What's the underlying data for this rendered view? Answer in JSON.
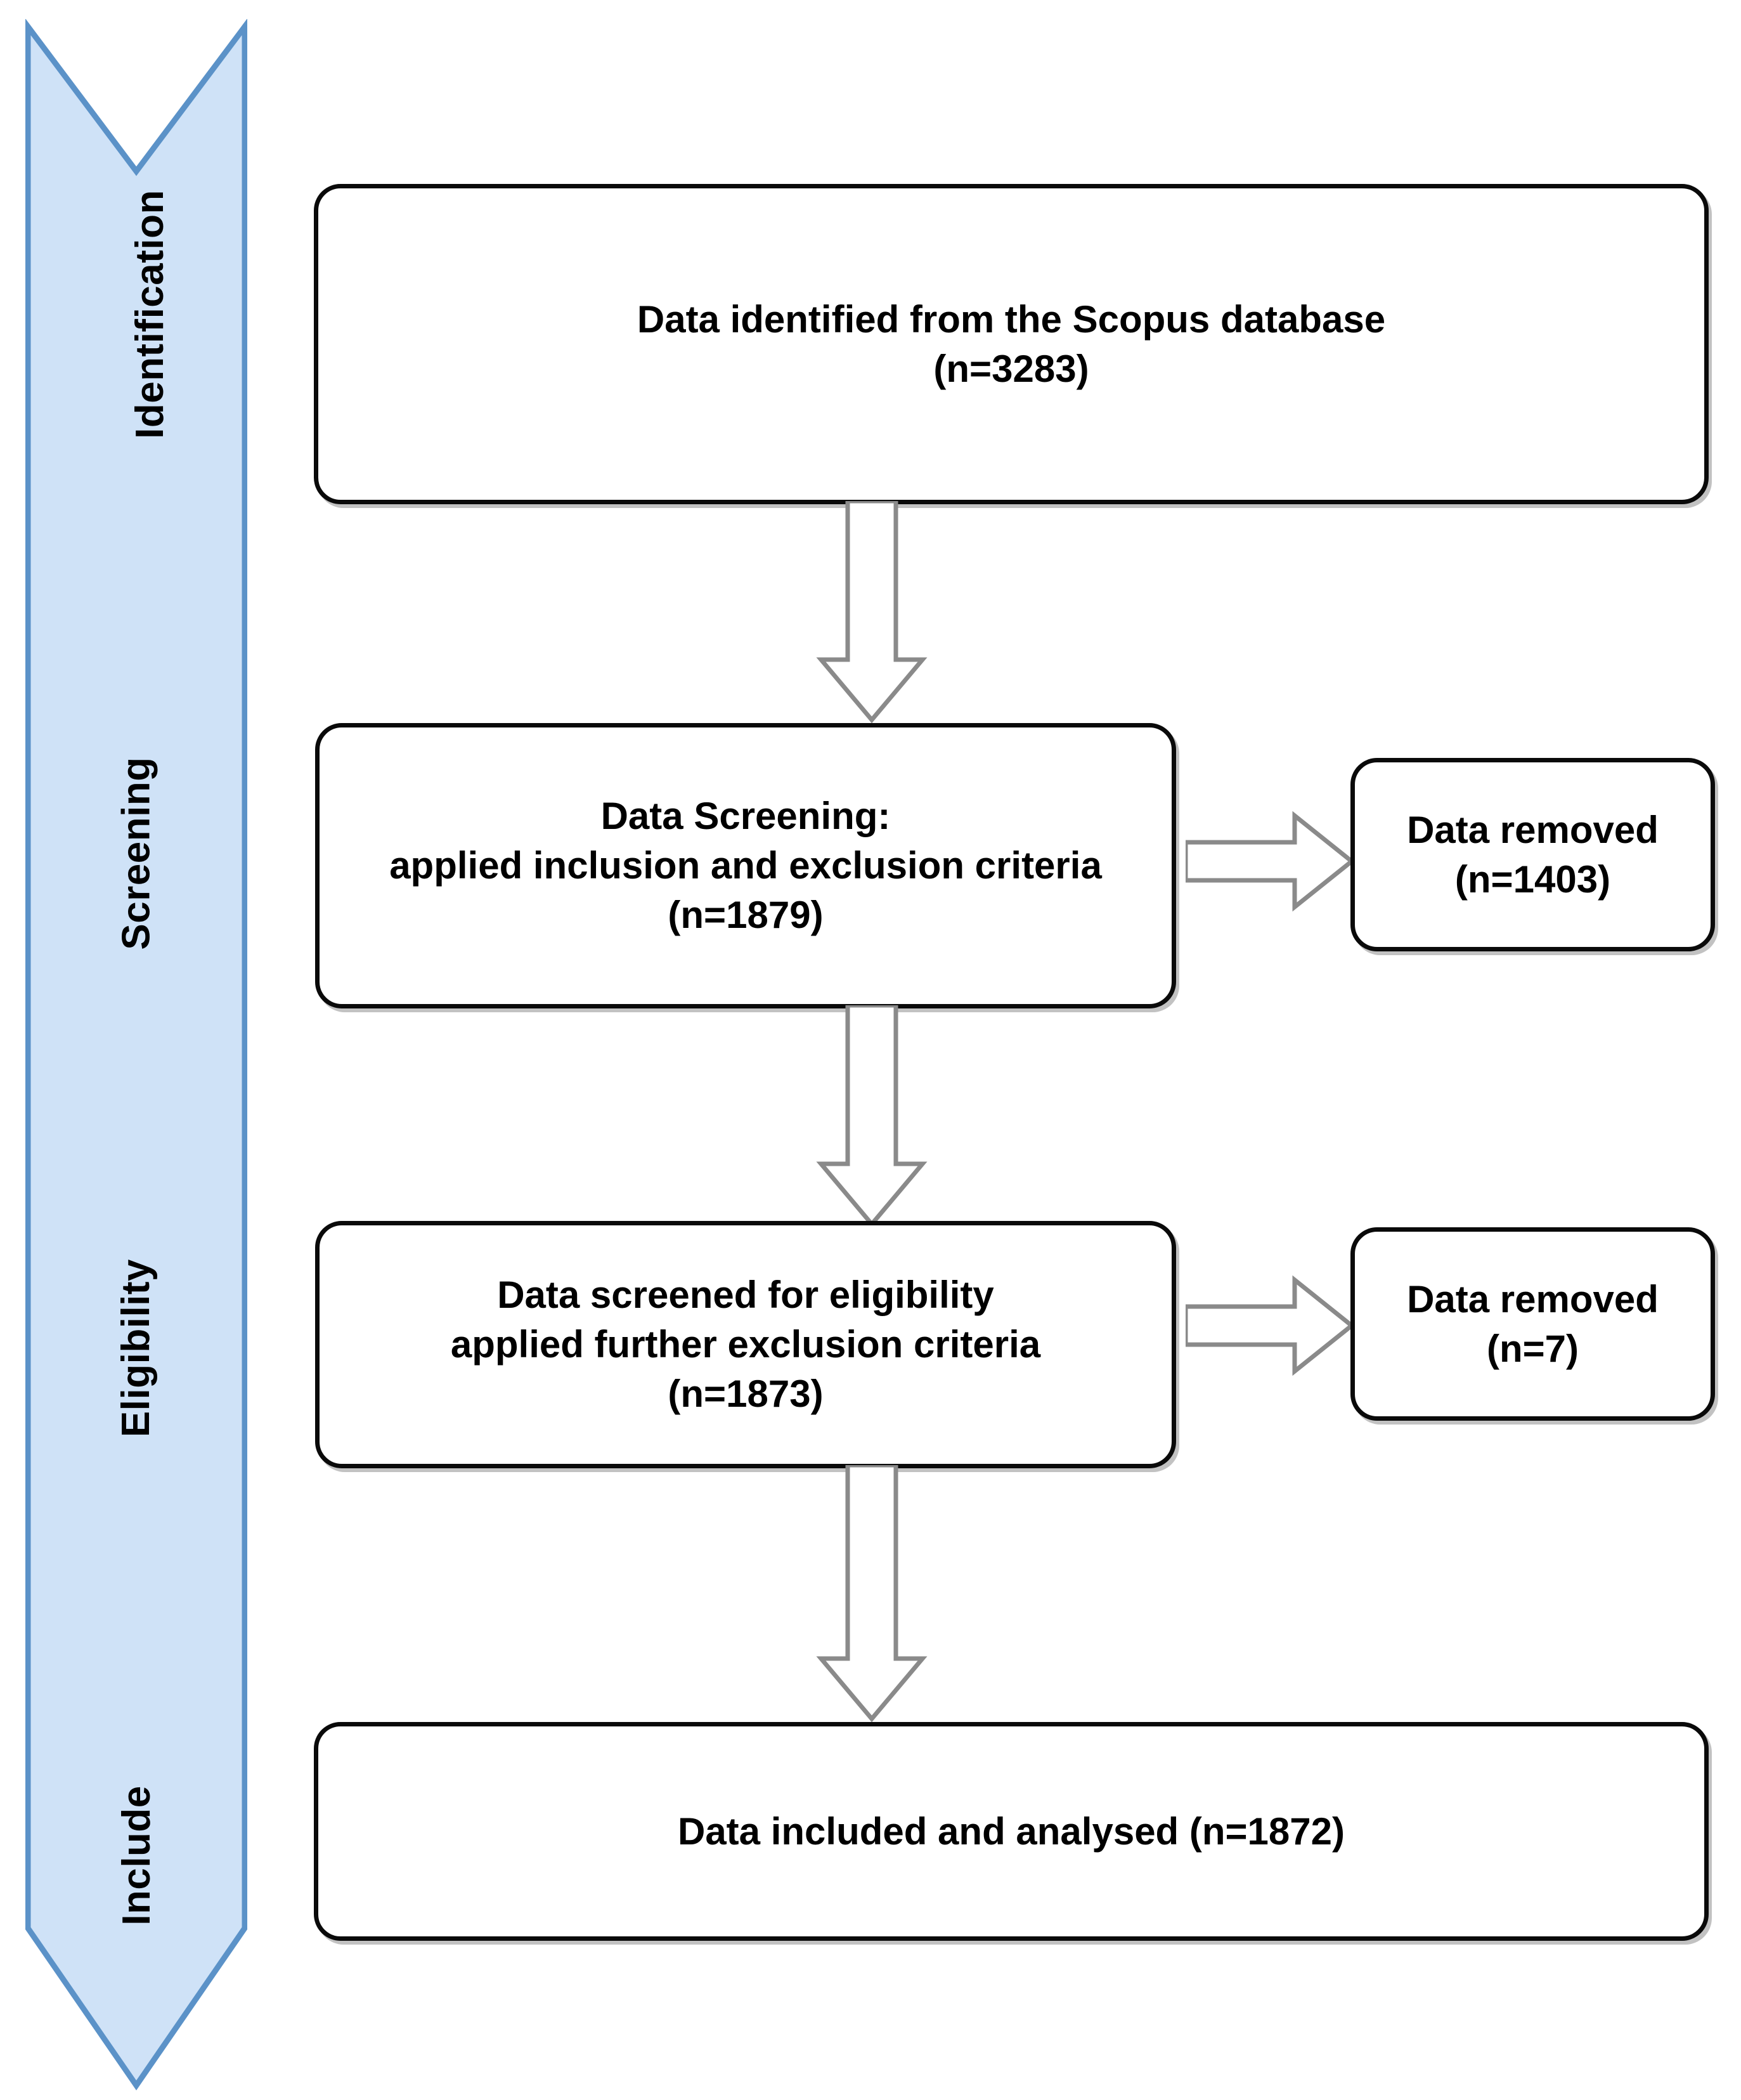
{
  "diagram": {
    "title": "PRISMA flow diagram",
    "colors": {
      "stage_arrow_fill": "#cfe2f7",
      "stage_arrow_stroke": "#5b92c8",
      "box_border": "#0a0a0a",
      "box_fill": "#ffffff",
      "connector_stroke": "#808080",
      "text": "#000000",
      "page_background": "#ffffff"
    },
    "stages": [
      {
        "id": "identification",
        "label": "Identification"
      },
      {
        "id": "screening",
        "label": "Screening"
      },
      {
        "id": "eligibility",
        "label": "Eligibility"
      },
      {
        "id": "include",
        "label": "Include"
      }
    ],
    "boxes": [
      {
        "id": "identified",
        "lines": [
          "Data identified from the Scopus database",
          "(n=3283)"
        ],
        "n": 3283
      },
      {
        "id": "screening",
        "lines": [
          "Data Screening:",
          "applied inclusion and exclusion criteria",
          "(n=1879)"
        ],
        "n": 1879
      },
      {
        "id": "removed-screening",
        "lines": [
          "Data removed",
          "(n=1403)"
        ],
        "n": 1403
      },
      {
        "id": "eligibility",
        "lines": [
          "Data screened for eligibility",
          "applied further exclusion criteria",
          "(n=1873)"
        ],
        "n": 1873
      },
      {
        "id": "removed-eligibility",
        "lines": [
          "Data removed",
          "(n=7)"
        ],
        "n": 7
      },
      {
        "id": "included",
        "lines": [
          "Data included and analysed (n=1872)"
        ],
        "n": 1872
      }
    ],
    "connectors": [
      {
        "id": "identified-to-screening",
        "direction": "down"
      },
      {
        "id": "screening-to-removed",
        "direction": "right"
      },
      {
        "id": "screening-to-eligibility",
        "direction": "down"
      },
      {
        "id": "eligibility-to-removed",
        "direction": "right"
      },
      {
        "id": "eligibility-to-included",
        "direction": "down"
      }
    ]
  }
}
